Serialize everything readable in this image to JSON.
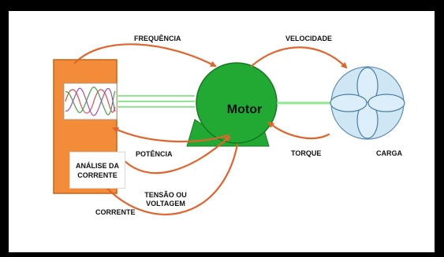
{
  "diagram": {
    "motor_label": "Motor",
    "analyzer_label_line1": "ANÁLISE DA",
    "analyzer_label_line2": "CORRENTE",
    "frequency_label": "FREQUÊNCIA",
    "speed_label": "VELOCIDADE",
    "power_label": "POTÊNCIA",
    "torque_label": "TORQUE",
    "load_label": "CARGA",
    "voltage_label_line1": "TENSÃO OU",
    "voltage_label_line2": "VOLTAGEM",
    "current_label": "CORRENTE"
  },
  "colors": {
    "frame": "#000000",
    "analyzer_fill": "#f28c38",
    "analyzer_stroke": "#c86414",
    "motor_fill": "#22a933",
    "motor_stroke": "#147a20",
    "load_fill": "#cfe6f5",
    "load_stroke": "#5f8fb0",
    "arrow": "#e0642c",
    "shaft": "#8ee88e"
  },
  "icons": {
    "waveform": "three-phase-waveform-icon"
  }
}
